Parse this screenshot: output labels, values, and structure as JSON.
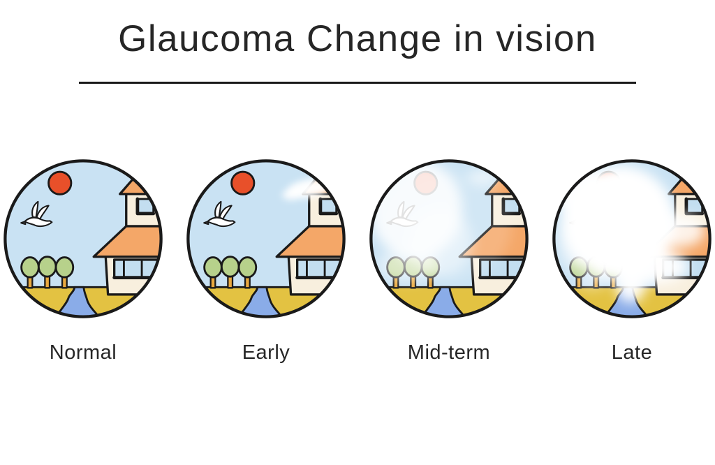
{
  "title": "Glaucoma Change in vision",
  "stages": [
    {
      "label": "Normal",
      "haze_level": "none"
    },
    {
      "label": "Early",
      "haze_level": "small blurred spot at upper right"
    },
    {
      "label": "Mid-term",
      "haze_level": "large haze over left half and center"
    },
    {
      "label": "Late",
      "haze_level": "haze covers almost entire field of view"
    }
  ],
  "scene_elements": [
    "sun",
    "bird",
    "trees",
    "river",
    "ground",
    "house"
  ],
  "colors": {
    "outline": "#1a1a1a",
    "sky": "#c9e2f3",
    "sun": "#e8502a",
    "canopy": "#b7d18b",
    "trunk": "#e9a93f",
    "ground": "#e3c242",
    "river": "#8aace8",
    "roof": "#f4a768",
    "wall": "#f8efde",
    "window": "#c3def0",
    "haze": "#ffffff",
    "text": "#262626"
  }
}
